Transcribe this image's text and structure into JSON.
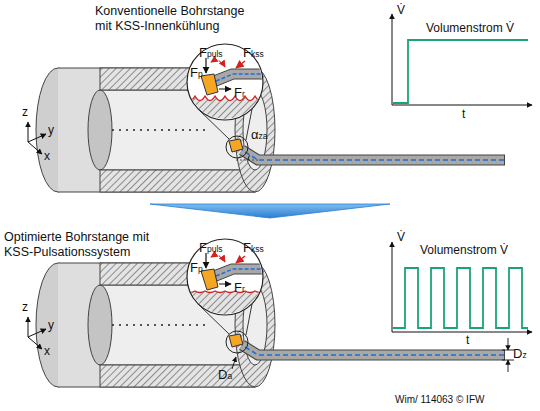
{
  "diagram": {
    "nodes": [
      {
        "text": [
          "Konventionelle Bohrstange mit KSS-Innenkühlung"
        ]
      },
      {
        "text": [
          "Optimierte Bohrstange mit KSS-Pulsationssystem"
        ]
      }
    ],
    "edges": [
      {
        "from": 0,
        "to": 1,
        "arrow": "to"
      }
    ],
    "labels": [
      "Fpuls",
      "Fkss",
      "Fp",
      "Fr",
      "αza",
      "V̇",
      "Volumenstrom V̇",
      "t",
      "z",
      "y",
      "x",
      "Fpuls",
      "Fkss",
      "Fp",
      "Fr",
      "V̇",
      "Volumenstrom V̇",
      "t",
      "Dz",
      "Da",
      "z",
      "y",
      "x",
      "Wim/ 114063 © IFW"
    ]
  }
}
